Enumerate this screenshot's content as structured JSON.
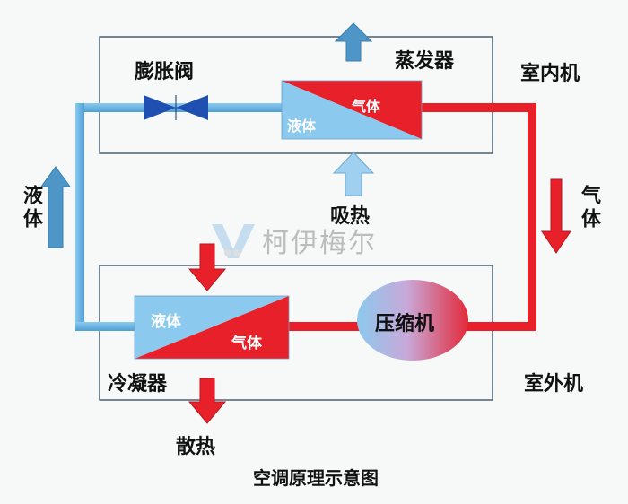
{
  "labels": {
    "expansion_valve": "膨胀阀",
    "evaporator": "蒸发器",
    "indoor_unit": "室内机",
    "outdoor_unit": "室外机",
    "liquid_left": "液体",
    "gas_right": "气体",
    "absorb_heat": "吸热",
    "condenser": "冷凝器",
    "dissipate_heat": "散热",
    "compressor": "压缩机",
    "caption": "空调原理示意图",
    "evaporator_liquid": "液体",
    "evaporator_gas": "气体",
    "condenser_liquid": "液体",
    "condenser_gas": "气体"
  },
  "watermark": "柯伊梅尔",
  "colors": {
    "liquid_pipe": "#6bb3e3",
    "gas_pipe": "#e8202a",
    "arrow_blue": "#4e95c8",
    "arrow_red": "#e8202a",
    "valve": "#1f4fb0",
    "unit_border": "#4a6070"
  }
}
